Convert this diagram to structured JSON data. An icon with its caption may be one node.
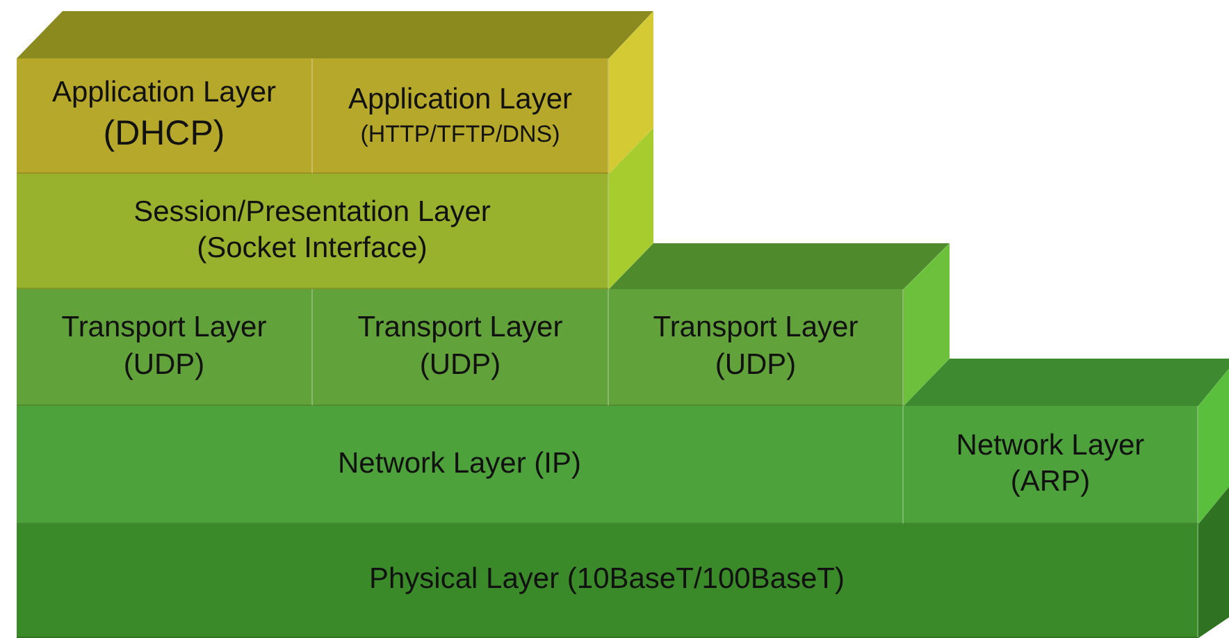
{
  "diagram": {
    "nodes": [
      {
        "text": [
          "Application Layer",
          "(DHCP)"
        ]
      },
      {
        "text": [
          "Application Layer",
          "(HTTP/TFTP/DNS)"
        ]
      },
      {
        "text": [
          "Session/Presentation Layer",
          "(Socket Interface)"
        ]
      },
      {
        "text": [
          "Transport Layer",
          "(UDP)"
        ]
      },
      {
        "text": [
          "Transport Layer",
          "(UDP)"
        ]
      },
      {
        "text": [
          "Transport Layer",
          "(UDP)"
        ]
      },
      {
        "text": [
          "Network Layer (IP)"
        ]
      },
      {
        "text": [
          "Network Layer",
          "(ARP)"
        ]
      },
      {
        "text": [
          "Physical Layer (10BaseT/100BaseT)"
        ]
      }
    ]
  }
}
